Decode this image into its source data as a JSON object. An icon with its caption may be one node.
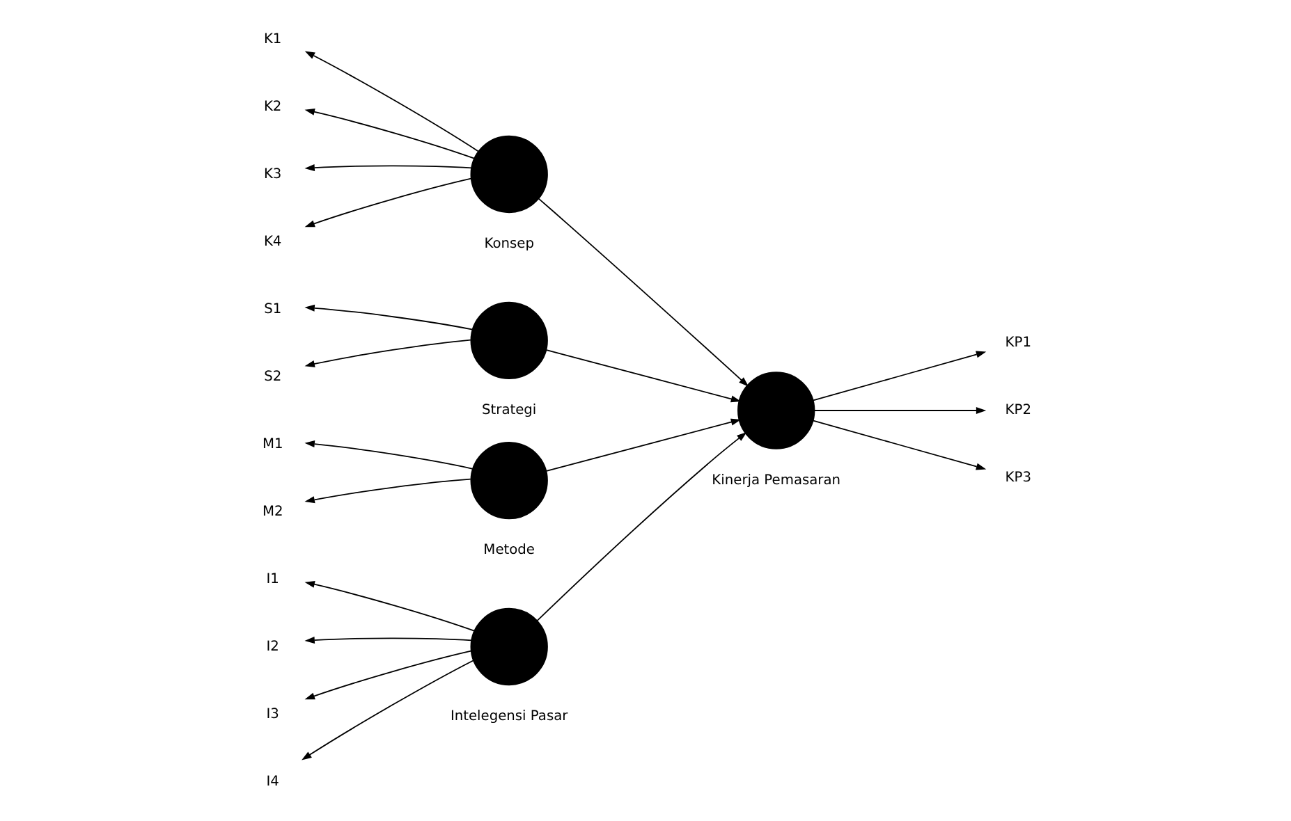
{
  "diagram": {
    "nodes": [
      {
        "text": [
          "K1"
        ]
      },
      {
        "text": [
          "K2"
        ]
      },
      {
        "text": [
          "K3"
        ]
      },
      {
        "text": [
          "K4"
        ]
      },
      {
        "text": [],
        "shape": "circle",
        "beside": [
          "Konsep"
        ]
      },
      {
        "text": [
          "S1"
        ]
      },
      {
        "text": [
          "S2"
        ]
      },
      {
        "text": [],
        "shape": "circle",
        "beside": [
          "Strategi"
        ]
      },
      {
        "text": [
          "M1"
        ]
      },
      {
        "text": [
          "M2"
        ]
      },
      {
        "text": [],
        "shape": "circle",
        "beside": [
          "Metode"
        ]
      },
      {
        "text": [
          "I1"
        ]
      },
      {
        "text": [
          "I2"
        ]
      },
      {
        "text": [
          "I3"
        ]
      },
      {
        "text": [
          "I4"
        ]
      },
      {
        "text": [],
        "shape": "circle",
        "beside": [
          "Intelegensi Pasar"
        ]
      },
      {
        "text": [],
        "shape": "circle",
        "beside": [
          "Kinerja Pemasaran"
        ]
      },
      {
        "text": [
          "KP1"
        ]
      },
      {
        "text": [
          "KP2"
        ]
      },
      {
        "text": [
          "KP3"
        ]
      }
    ],
    "edges": [
      {
        "from": 4,
        "to": 0,
        "arrow": "to"
      },
      {
        "from": 4,
        "to": 1,
        "arrow": "to"
      },
      {
        "from": 4,
        "to": 2,
        "arrow": "to"
      },
      {
        "from": 4,
        "to": 3,
        "arrow": "to"
      },
      {
        "from": 7,
        "to": 5,
        "arrow": "to"
      },
      {
        "from": 7,
        "to": 6,
        "arrow": "to"
      },
      {
        "from": 10,
        "to": 8,
        "arrow": "to"
      },
      {
        "from": 10,
        "to": 9,
        "arrow": "to"
      },
      {
        "from": 15,
        "to": 11,
        "arrow": "to"
      },
      {
        "from": 15,
        "to": 12,
        "arrow": "to"
      },
      {
        "from": 15,
        "to": 13,
        "arrow": "to"
      },
      {
        "from": 15,
        "to": 14,
        "arrow": "to"
      },
      {
        "from": 4,
        "to": 16,
        "arrow": "to"
      },
      {
        "from": 7,
        "to": 16,
        "arrow": "to"
      },
      {
        "from": 10,
        "to": 16,
        "arrow": "to"
      },
      {
        "from": 15,
        "to": 16,
        "arrow": "to"
      },
      {
        "from": 16,
        "to": 17,
        "arrow": "to"
      },
      {
        "from": 16,
        "to": 18,
        "arrow": "to"
      },
      {
        "from": 16,
        "to": 19,
        "arrow": "to"
      }
    ]
  }
}
